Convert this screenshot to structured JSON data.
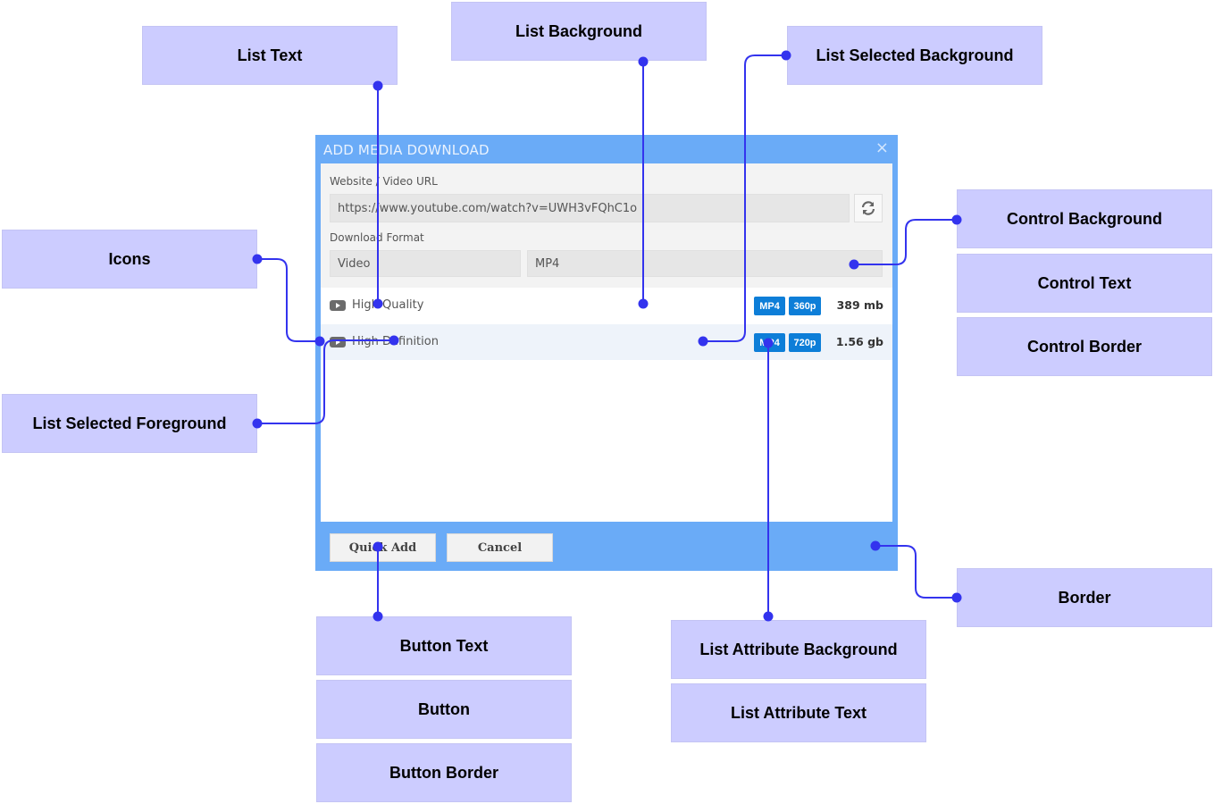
{
  "callouts": {
    "list_text": "List Text",
    "list_background": "List Background",
    "list_selected_background": "List Selected Background",
    "control_background": "Control Background",
    "control_text": "Control Text",
    "control_border": "Control Border",
    "icons": "Icons",
    "list_selected_foreground": "List Selected Foreground",
    "border": "Border",
    "button_text": "Button Text",
    "button": "Button",
    "button_border": "Button Border",
    "list_attribute_background": "List Attribute Background",
    "list_attribute_text": "List Attribute Text"
  },
  "dialog": {
    "title": "ADD MEDIA DOWNLOAD",
    "close": "×",
    "url_label": "Website / Video URL",
    "url_value": "https://www.youtube.com/watch?v=UWH3vFQhC1o",
    "format_label": "Download Format",
    "format_type": "Video",
    "format_container": "MP4",
    "rows": [
      {
        "label": "High Quality",
        "format": "MP4",
        "resolution": "360p",
        "size": "389 mb"
      },
      {
        "label": "High Definition",
        "format": "MP4",
        "resolution": "720p",
        "size": "1.56 gb"
      }
    ],
    "buttons": {
      "quick_add": "Quick Add",
      "cancel": "Cancel"
    }
  },
  "colors": {
    "callout_fill": "#ccccff",
    "connector": "#3333ee",
    "dialog_border": "#6aabf7",
    "selected_row": "#eef3fa",
    "badge": "#0d7ed8"
  }
}
